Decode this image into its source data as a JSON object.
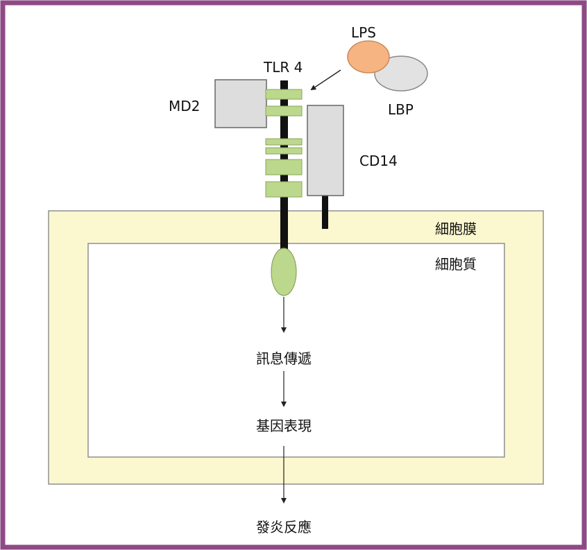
{
  "labels": {
    "lps": "LPS",
    "lbp": "LBP",
    "tlr4": "TLR 4",
    "md2": "MD2",
    "cd14": "CD14",
    "membrane": "細胞膜",
    "cytoplasm": "細胞質",
    "signal": "訊息傳遞",
    "gene": "基因表現",
    "inflammation": "發炎反應"
  },
  "colors": {
    "frame": "#8e4a84",
    "membrane_fill": "#fbf7cf",
    "membrane_stroke": "#8f8f8f",
    "lps_fill": "#f7b483",
    "lbp_fill": "#e2e2e2",
    "receptor_green": "#bcd88c",
    "box_gray": "#dddddd",
    "stem": "#111111"
  }
}
